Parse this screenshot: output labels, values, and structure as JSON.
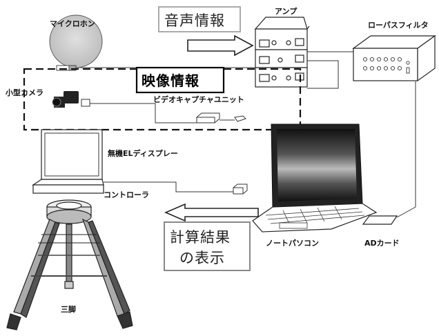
{
  "labels": {
    "microphone": "マイクロホン",
    "amp": "アンプ",
    "lowpass": "ローパスフィルタ",
    "camera": "小型カメラ",
    "capture": "ビデオキャプチャユニット",
    "display": "無機ELディスプレー",
    "controller": "コントローラ",
    "notebook": "ノートパソコン",
    "adcard": "ADカード",
    "tripod": "三脚"
  },
  "callouts": {
    "audio_info": "音声情報",
    "video_info": "映像情報",
    "result_line1": "計算結果",
    "result_line2": "の表示"
  }
}
